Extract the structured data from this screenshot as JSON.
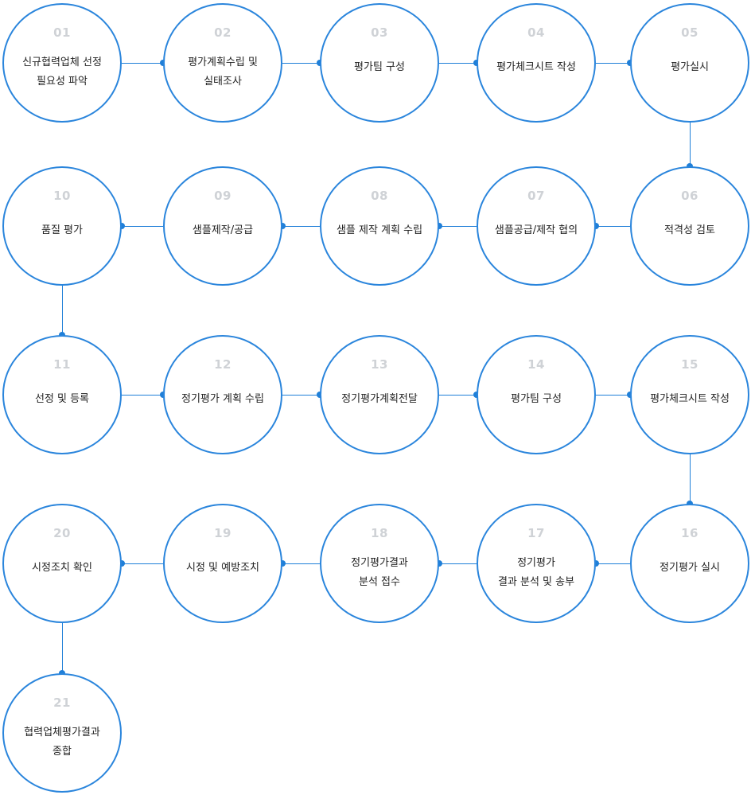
{
  "accent_color": "#2a85dc",
  "steps": [
    {
      "num": "01",
      "label": "신규협력업체 선정\n필요성 파악"
    },
    {
      "num": "02",
      "label": "평가계획수립 및\n실태조사"
    },
    {
      "num": "03",
      "label": "평가팀 구성"
    },
    {
      "num": "04",
      "label": "평가체크시트 작성"
    },
    {
      "num": "05",
      "label": "평가실시"
    },
    {
      "num": "06",
      "label": "적격성 검토"
    },
    {
      "num": "07",
      "label": "샘플공급/제작 협의"
    },
    {
      "num": "08",
      "label": "샘플 제작 계획 수립"
    },
    {
      "num": "09",
      "label": "샘플제작/공급"
    },
    {
      "num": "10",
      "label": "품질 평가"
    },
    {
      "num": "11",
      "label": "선정 및 등록"
    },
    {
      "num": "12",
      "label": "정기평가 계획 수립"
    },
    {
      "num": "13",
      "label": "정기평가계획전달"
    },
    {
      "num": "14",
      "label": "평가팀 구성"
    },
    {
      "num": "15",
      "label": "평가체크시트 작성"
    },
    {
      "num": "16",
      "label": "정기평가 실시"
    },
    {
      "num": "17",
      "label": "정기평가\n결과 분석 및 송부"
    },
    {
      "num": "18",
      "label": "정기평가결과\n분석 접수"
    },
    {
      "num": "19",
      "label": "시정 및 예방조치"
    },
    {
      "num": "20",
      "label": "시정조치 확인"
    },
    {
      "num": "21",
      "label": "협력업체평가결과\n종합"
    }
  ]
}
